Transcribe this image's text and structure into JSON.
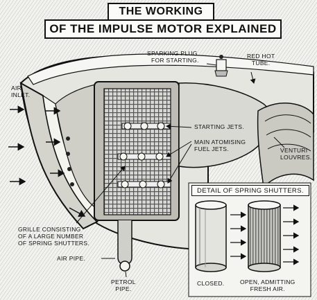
{
  "title": {
    "line1": "THE WORKING",
    "line2": "OF THE IMPULSE MOTOR EXPLAINED"
  },
  "labels": {
    "sparking_plug_1": "SPARKING PLUG",
    "sparking_plug_2": "FOR STARTING.",
    "red_hot_1": "RED HOT",
    "red_hot_2": "TUBE.",
    "air_inlet_1": "AIR",
    "air_inlet_2": "INLET.",
    "starting_jets": "STARTING JETS.",
    "main_jets_1": "MAIN ATOMISING",
    "main_jets_2": "FUEL JETS.",
    "venturi_1": "VENTURI",
    "venturi_2": "LOUVRES.",
    "grille_1": "GRILLE CONSISTING",
    "grille_2": "OF A LARGE NUMBER",
    "grille_3": "OF SPRING SHUTTERS.",
    "air_pipe": "AIR PIPE.",
    "petrol_1": "PETROL",
    "petrol_2": "PIPE.",
    "detail": "DETAIL OF SPRING SHUTTERS.",
    "closed": "CLOSED.",
    "open_1": "OPEN, ADMITTING",
    "open_2": "FRESH AIR."
  }
}
